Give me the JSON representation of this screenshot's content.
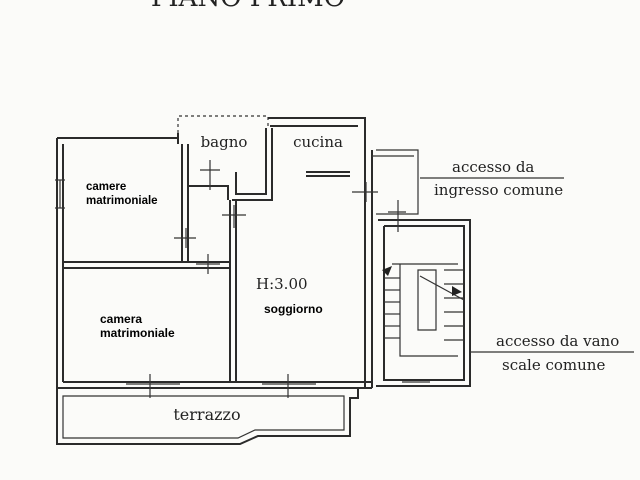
{
  "header": {
    "title": "PIANO PRIMO"
  },
  "rooms": {
    "bagno": "bagno",
    "cucina": "cucina",
    "camere_matrimoniale_line1": "camere",
    "camere_matrimoniale_line2": "matrimoniale",
    "camera_matrimoniale_line1": "camera",
    "camera_matrimoniale_line2": "matrimoniale",
    "height_label": "H:3.00",
    "soggiorno": "soggiorno",
    "terrazzo": "terrazzo"
  },
  "annotations": {
    "accesso_ingresso_line1": "accesso da",
    "accesso_ingresso_line2": "ingresso comune",
    "accesso_scale_line1": "accesso da vano",
    "accesso_scale_line2": "scale comune"
  },
  "colors": {
    "ink": "#2b2b2b",
    "paper": "#fbfbf9"
  }
}
